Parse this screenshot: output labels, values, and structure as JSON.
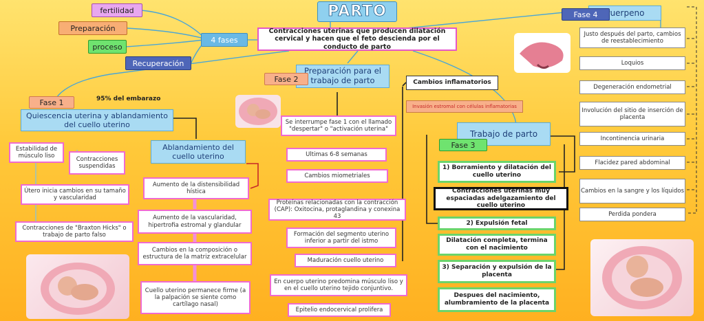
{
  "title": "PARTO",
  "definition": "Contracciones uterinas que producen dilatación cervical y hacen que el feto descienda por el conducto de parto",
  "phases_label": "4 fases",
  "phases": [
    "fertilidad",
    "Preparación",
    "proceso",
    "Recuperación"
  ],
  "fase1": {
    "tag": "Fase 1",
    "note": "95% del embarazo",
    "title": "Quiescencia uterina y ablandamiento del cuello uterino",
    "left": [
      "Estabilidad de músculo liso",
      "Contracciones suspendidas",
      "Útero inicia cambios en su tamaño y vascularidad",
      "Contracciones de \"Braxton Hicks\" o trabajo de parto falso"
    ],
    "ablandamiento_title": "Ablandamiento del cuello uterino",
    "ablandamiento": [
      "Aumento de la distensibilidad hística",
      "Aumento de la vascularidad, hipertrofia estromal y glandular",
      "Cambios en la composición o estructura de la matriz extracelular",
      "Cuello uterino permanece firme (a la palpación se siente como cartílago nasal)"
    ]
  },
  "fase2": {
    "tag": "Fase 2",
    "title": "Preparación para el trabajo de parto",
    "items": [
      "Se interrumpe fase 1 con el llamado \"despertar\" o \"activación uterina\"",
      "Ultimas 6-8 semanas",
      "Cambios miometriales",
      "Proteínas relacionadas con la contracción (CAP): Oxitocina, protaglandina y conexina 43",
      "Formación del segmento uterino inferior a partir del istmo",
      "Maduración cuello uterino",
      "En cuerpo uterino predomina músculo liso y en el cuello uterino tejido conjuntivo.",
      "Epitelio endocervical prolifera"
    ],
    "inflam_title": "Cambios inflamatorios",
    "inflam_item": "Invasión estromal con células inflamatorias"
  },
  "fase3": {
    "tag": "Fase 3",
    "title": "Trabajo de parto",
    "items": [
      "1) Borramiento y dilatación del cuello uterino",
      "Contracciones uterinas muy espaciadas adelgazamiento del cuello uterino",
      "2) Expulsión fetal",
      "Dilatación completa, termina con el nacimiento",
      "3) Separación y expulsión de la placenta",
      "Despues del nacimiento, alumbramiento de la placenta"
    ]
  },
  "fase4": {
    "tag": "Fase 4",
    "title": "Puerpeno",
    "items": [
      "Justo después del parto, cambios de reestablecimiento",
      "Loquios",
      "Degeneración endometrial",
      "Involución del sitio de inserción de placenta",
      "Incontinencia urinaria",
      "Flacidez pared abdominal",
      "Cambios en la sangre y los líquidos",
      "Perdida pondera"
    ]
  },
  "colors": {
    "pink_border": "#f06ad0",
    "green_border": "#6bd46b",
    "blue_fill": "#a9dbf3",
    "tag_fill": "#f8b08a",
    "phase1": "#d977e6",
    "phase2": "#f6a766",
    "phase3": "#6fe36f",
    "phase4": "#4e66b8"
  }
}
